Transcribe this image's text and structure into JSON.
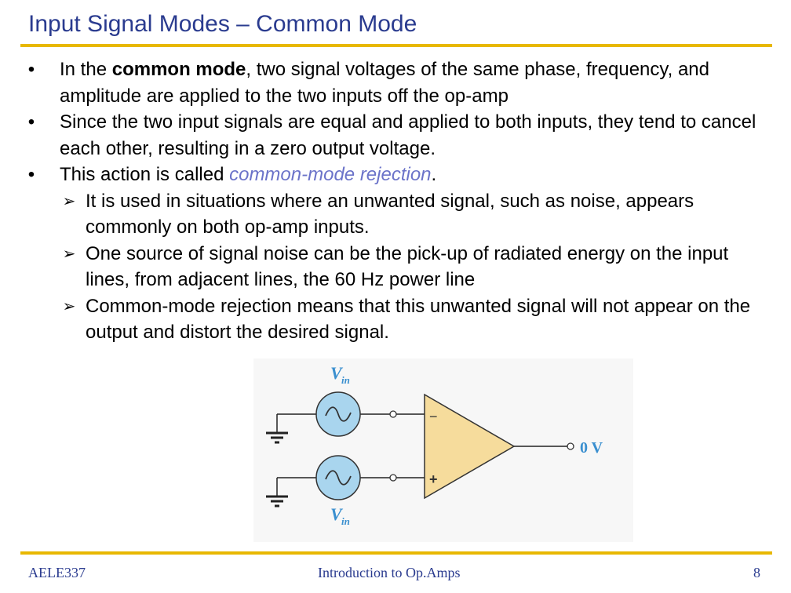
{
  "slide": {
    "title": "Input Signal Modes – Common Mode"
  },
  "bullets": [
    {
      "pre": "In the ",
      "bold": "common mode",
      "post": ", two signal voltages of the same phase, frequency, and amplitude are applied to the two inputs off the op-amp"
    },
    {
      "text": "Since the two input signals are equal and applied to both inputs, they tend to cancel each other, resulting in a zero output voltage."
    },
    {
      "pre": "This action is called ",
      "italic": "common-mode rejection",
      "post": "."
    }
  ],
  "sub_bullets": [
    "It is used in situations where an unwanted signal, such as noise, appears commonly on both op-amp inputs.",
    "One source of signal noise can be the pick-up of radiated energy on the input lines, from adjacent lines, the 60 Hz power line",
    "Common-mode rejection means that this unwanted signal will not appear on the output and distort the desired signal."
  ],
  "figure": {
    "vin_top": "V",
    "vin_top_sub": "in",
    "vin_bottom": "V",
    "vin_bottom_sub": "in",
    "minus_label": "−",
    "plus_label": "+",
    "output_label": "0 V"
  },
  "footer": {
    "left": "AELE337",
    "center": "Introduction to Op.Amps",
    "page": "8"
  }
}
